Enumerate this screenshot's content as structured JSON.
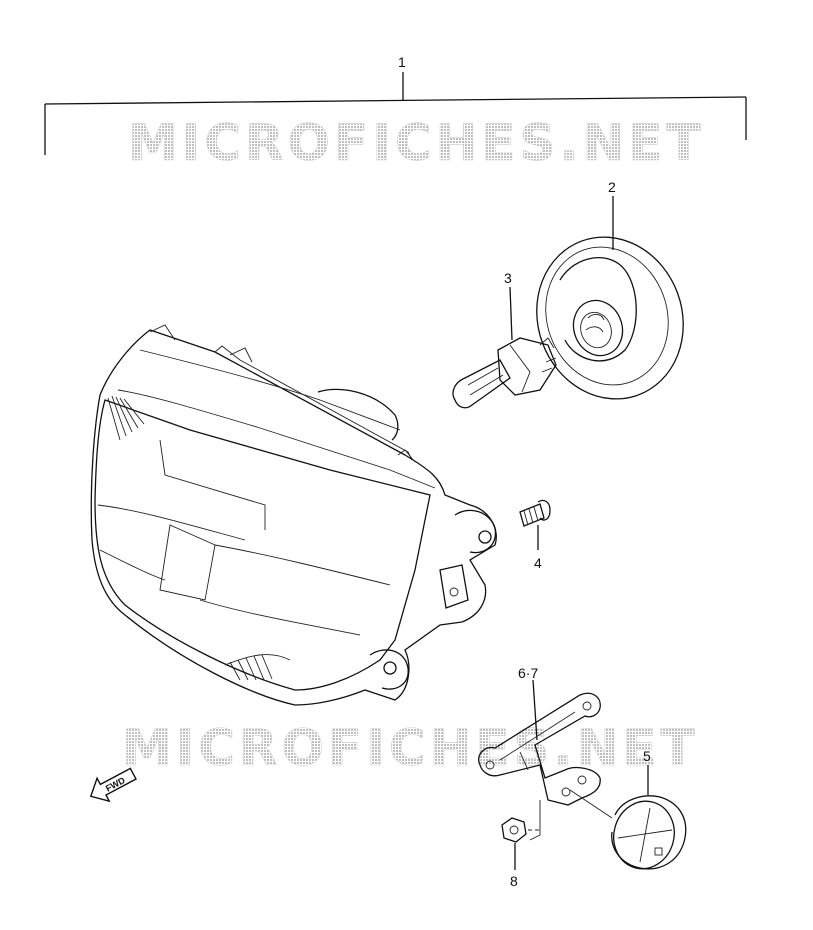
{
  "watermark": {
    "text": "MICROFICHES.NET",
    "color": "#c9c9c9"
  },
  "callouts": {
    "assembly": "1",
    "socket_cover": "2",
    "bulb": "3",
    "screw": "4",
    "cap": "5",
    "bracket": "6·7",
    "nut": "8"
  },
  "fwd_arrow": {
    "text": "FWD",
    "icon": "forward-arrow-icon"
  },
  "colors": {
    "line": "#111111",
    "background": "#ffffff"
  }
}
